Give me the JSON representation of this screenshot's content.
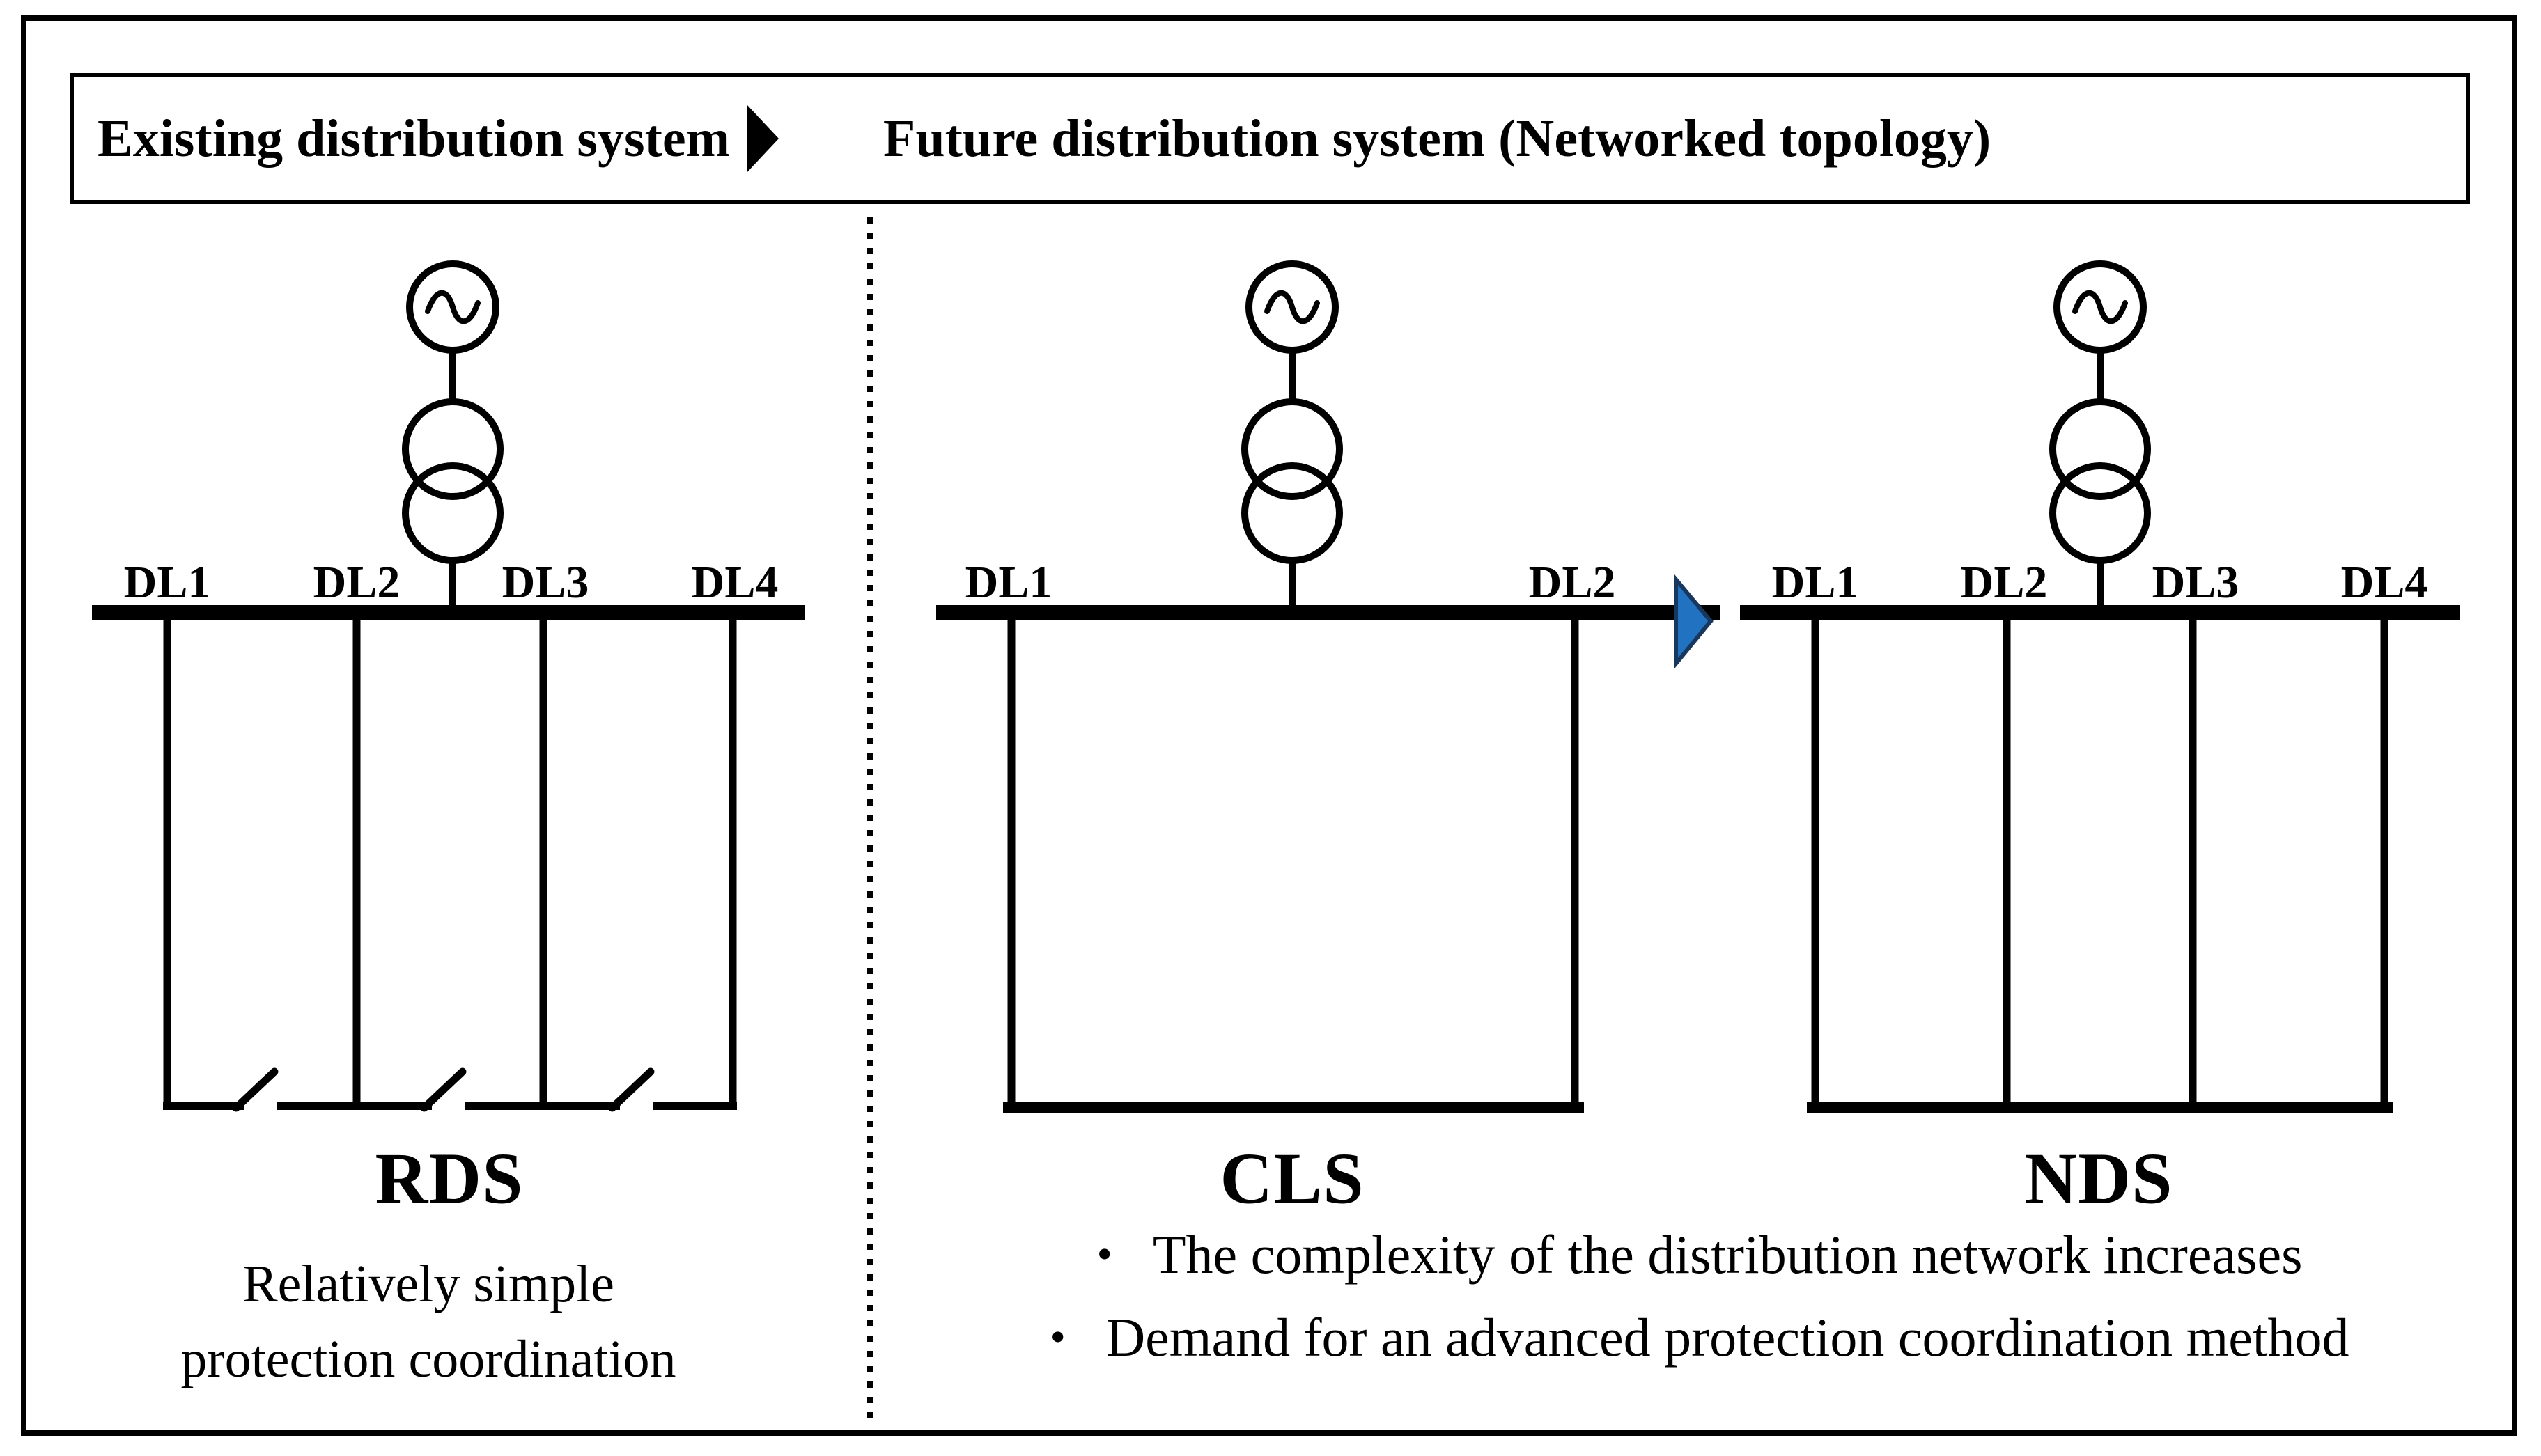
{
  "header": {
    "left_label": "Existing distribution system",
    "right_label": "Future distribution system (Networked topology)"
  },
  "diagrams": {
    "rds": {
      "title": "RDS",
      "feeder_labels": [
        "DL1",
        "DL2",
        "DL3",
        "DL4"
      ],
      "description": [
        "Relatively simple",
        "protection coordination"
      ],
      "components": [
        "ac-source",
        "two-winding-transformer",
        "busbar",
        "4 radial feeders",
        "3 open tie switches"
      ]
    },
    "cls": {
      "title": "CLS",
      "feeder_labels": [
        "DL1",
        "DL2"
      ],
      "components": [
        "ac-source",
        "two-winding-transformer",
        "busbar",
        "2 feeders closed loop"
      ]
    },
    "nds": {
      "title": "NDS",
      "feeder_labels": [
        "DL1",
        "DL2",
        "DL3",
        "DL4"
      ],
      "components": [
        "ac-source",
        "two-winding-transformer",
        "busbar",
        "4 feeders networked bottom tie"
      ]
    }
  },
  "notes": {
    "bullet1": "The complexity of the distribution network increases",
    "bullet2": "Demand for an advanced protection coordination method"
  },
  "icons": {
    "ac_source": "~",
    "header_arrow": "right-triangle",
    "transition_arrow": "right-triangle"
  },
  "colors": {
    "line": "#000000",
    "background": "#FFFFFF",
    "arrow_fill": "#2173C2",
    "arrow_stroke": "#17375E"
  }
}
